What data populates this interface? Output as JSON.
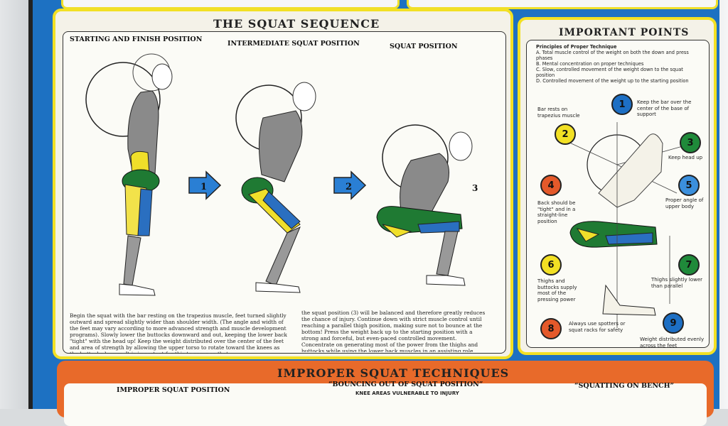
{
  "squat_panel": {
    "title": "THE SQUAT SEQUENCE",
    "positions": [
      "STARTING AND FINISH POSITION",
      "INTERMEDIATE SQUAT POSITION",
      "SQUAT POSITION"
    ],
    "arrows": [
      "1",
      "2"
    ],
    "step3": "3",
    "text_left": "Begin the squat with the bar resting on the trapezius muscle, feet turned slightly outward and spread slightly wider than shoulder width. (The angle and width of the feet may vary according to more advanced strength and muscle development programs). Slowly lower the buttocks downward and out, keeping the lower back \"tight\" with the head up! Keep the weight distributed over the center of the feet and area of strength by allowing the upper torso to rotate toward the knees as the buttocks lowers. It is important for this to occur so that",
    "text_right": "the squat position (3) will be balanced and therefore greatly reduces the chance of injury. Continue down with strict muscle control until reaching a parallel thigh position, making sure not to bounce at the bottom! Press the weight back up to the starting position with a strong and forceful, but even-paced controlled movement. Concentrate on generating most of the power from the thighs and buttocks while using the lower back muscles in an assisting role."
  },
  "points_panel": {
    "title": "IMPORTANT POINTS",
    "principles_title": "Principles of Proper Technique",
    "principles": [
      "A. Total muscle control of the weight on both the down and press phases",
      "B. Mental concentration on proper techniques",
      "C. Slow, controlled movement of the weight down to the squat position",
      "D. Controlled movement of the weight up to the starting position"
    ],
    "points": [
      {
        "n": "1",
        "color": "#1d6fc4",
        "text": "Keep the bar over the center of the base of support"
      },
      {
        "n": "2",
        "color": "#f2e024",
        "text": "Bar rests on trapezius muscle"
      },
      {
        "n": "3",
        "color": "#1f8a3a",
        "text": "Keep head up"
      },
      {
        "n": "4",
        "color": "#e4592a",
        "text": "Back should be \"tight\" and in a straight-line position"
      },
      {
        "n": "5",
        "color": "#3b8fdc",
        "text": "Proper angle of upper body"
      },
      {
        "n": "6",
        "color": "#f2e024",
        "text": "Thighs and buttocks supply most of the pressing power"
      },
      {
        "n": "7",
        "color": "#1f8a3a",
        "text": "Thighs slightly lower than parallel"
      },
      {
        "n": "8",
        "color": "#e4592a",
        "text": "Always use spotters or squat racks for safety"
      },
      {
        "n": "9",
        "color": "#1d6fc4",
        "text": "Weight distributed evenly across the feet"
      }
    ]
  },
  "improper_panel": {
    "title": "IMPROPER SQUAT TECHNIQUES",
    "sub1": "IMPROPER SQUAT POSITION",
    "sub2": "“BOUNCING OUT OF SQUAT POSITION”",
    "sub2_note": "KNEE AREAS VULNERABLE TO INJURY",
    "sub3": "“SQUATTING ON BENCH”"
  },
  "colors": {
    "poster_blue": "#1d71c2",
    "border_yellow": "#f2e024",
    "bottom_orange": "#e86a2a"
  }
}
